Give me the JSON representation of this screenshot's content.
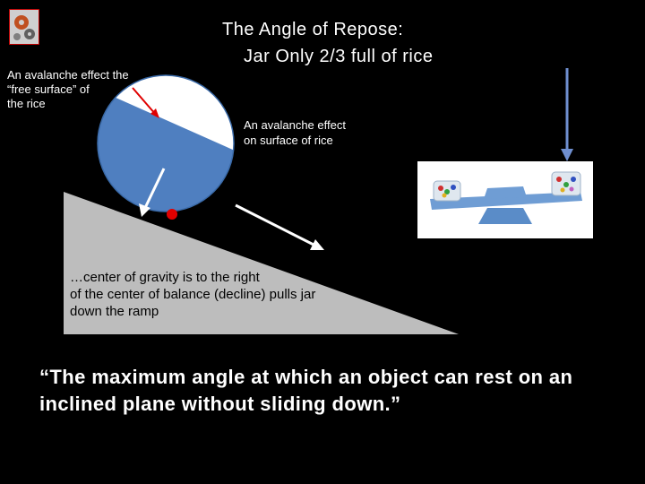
{
  "title": {
    "line1": "The Angle of Repose:",
    "line2": "Jar Only 2/3 full of rice"
  },
  "labels": {
    "free_surface": [
      "An avalanche effect the",
      "“free surface” of",
      "the rice"
    ],
    "surface": [
      "An avalanche effect",
      "on surface of rice"
    ]
  },
  "ramp_caption": [
    "…center of gravity is to the right",
    "of the center of balance (decline) pulls jar",
    "down the ramp"
  ],
  "definition": [
    "“The maximum angle at which an object can rest on an",
    "inclined plane without sliding down.”"
  ],
  "colors": {
    "background": "#000000",
    "ramp": "#bdbdbd",
    "jar_fill": "#4f7fc0",
    "jar_empty": "#ffffff",
    "cog_dot": "#e00000",
    "seesaw": "#6f9dd4"
  },
  "icons": {
    "logo": "gear-logo-icon"
  }
}
